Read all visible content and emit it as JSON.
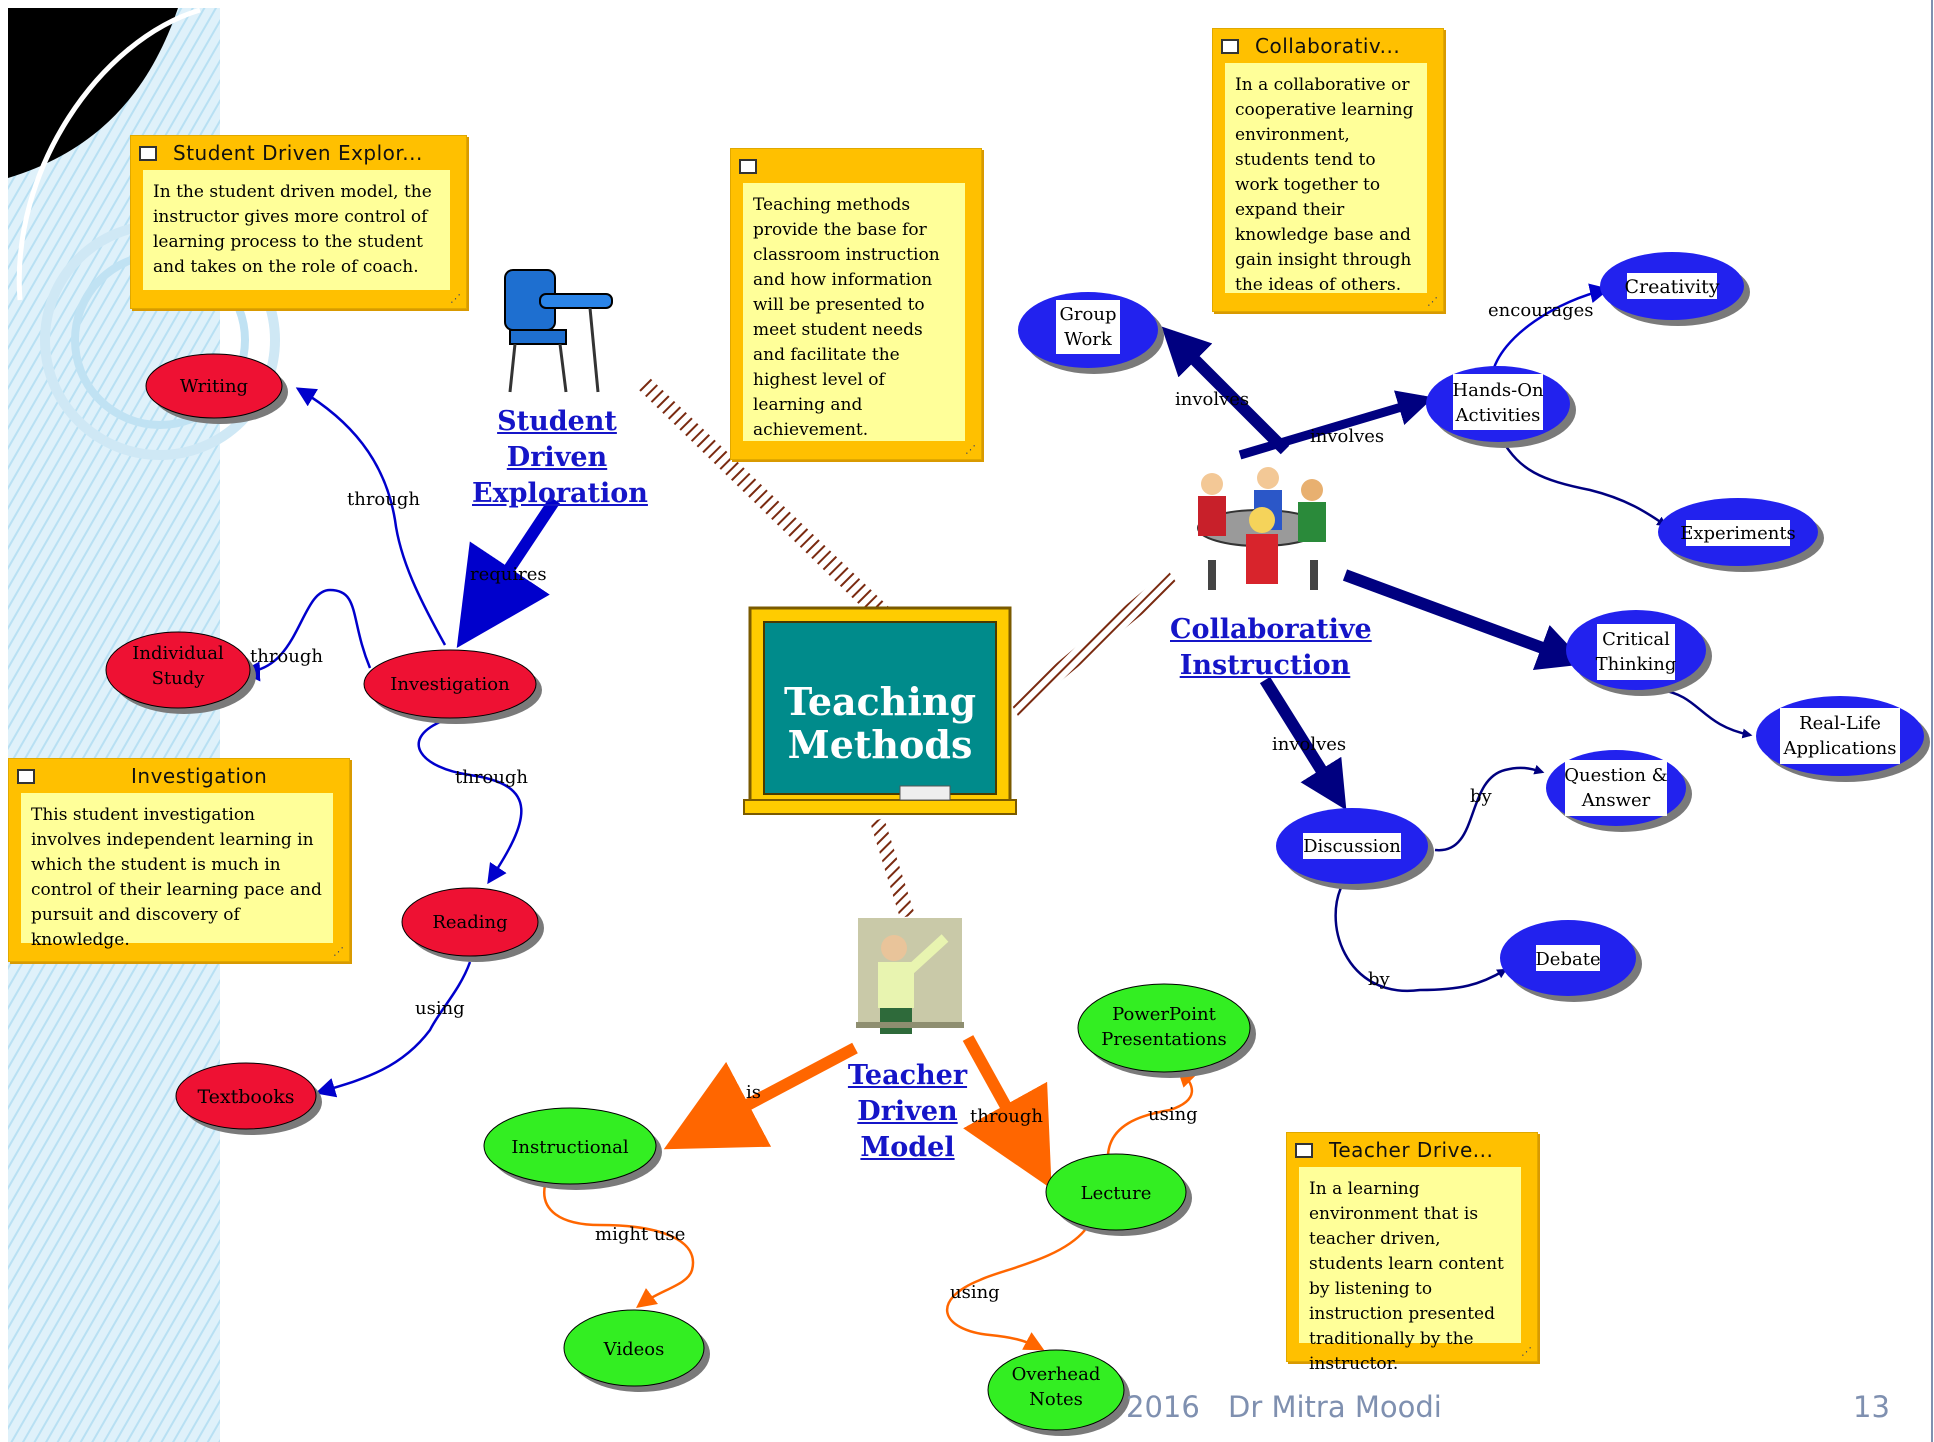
{
  "center": {
    "title_line1": "Teaching",
    "title_line2": "Methods"
  },
  "hubs": {
    "student": {
      "line1": "Student",
      "line2": "Driven",
      "line3": "Exploration"
    },
    "collab": {
      "line1": "Collaborative",
      "line2": "Instruction"
    },
    "teacher": {
      "line1": "Teacher",
      "line2": "Driven",
      "line3": "Model"
    }
  },
  "notes": {
    "student": {
      "title": "Student Driven Explor...",
      "text": "In the student driven model, the instructor gives more control of learning process to the student and takes on the role of coach."
    },
    "teaching": {
      "title": "",
      "text": "Teaching methods provide the base for classroom instruction and how information will be presented to meet student needs and facilitate the highest level of learning and achievement."
    },
    "collab": {
      "title": "Collaborativ...",
      "text": "In a collaborative or cooperative learning environment, students tend to work together to expand their knowledge base and gain insight through the ideas of others."
    },
    "investigation": {
      "title": "Investigation",
      "text": "This student investigation involves independent learning in which the student is much in control of their learning pace and pursuit and discovery of knowledge."
    },
    "teacher": {
      "title": "Teacher Drive...",
      "text": "In a learning environment that is teacher driven, students learn content by listening to instruction presented traditionally by the instructor."
    }
  },
  "nodes": {
    "writing": "Writing",
    "individual_study_1": "Individual",
    "individual_study_2": "Study",
    "investigation": "Investigation",
    "reading": "Reading",
    "textbooks": "Textbooks",
    "group_work_1": "Group",
    "group_work_2": "Work",
    "hands_on_1": "Hands-On",
    "hands_on_2": "Activities",
    "creativity": "Creativity",
    "experiments": "Experiments",
    "critical_1": "Critical",
    "critical_2": "Thinking",
    "real_life_1": "Real-Life",
    "real_life_2": "Applications",
    "discussion": "Discussion",
    "qa_1": "Question &",
    "qa_2": "Answer",
    "debate": "Debate",
    "instructional": "Instructional",
    "videos": "Videos",
    "lecture": "Lecture",
    "powerpoint_1": "PowerPoint",
    "powerpoint_2": "Presentations",
    "overhead_1": "Overhead",
    "overhead_2": "Notes"
  },
  "links": {
    "requires": "requires",
    "through_writing": "through",
    "through_individual": "through",
    "through_reading": "through",
    "using_textbooks": "using",
    "involves_group": "involves",
    "involves_hands": "involves",
    "encourages": "encourages",
    "involves_discussion": "involves",
    "by_qa": "by",
    "by_debate": "by",
    "is": "is",
    "through_lecture": "through",
    "might_use": "might use",
    "using_ppt": "using",
    "using_overhead": "using"
  },
  "footer": {
    "year": "2016",
    "author": "Dr Mitra Moodi",
    "page": "13"
  },
  "colors": {
    "red_node": "#ee1133",
    "blue_node": "#2222ee",
    "green_node": "#33ee22",
    "note_frame": "#ffc000",
    "note_body": "#ffff99",
    "hub_text": "#1515c8",
    "board": "#008b8b"
  }
}
